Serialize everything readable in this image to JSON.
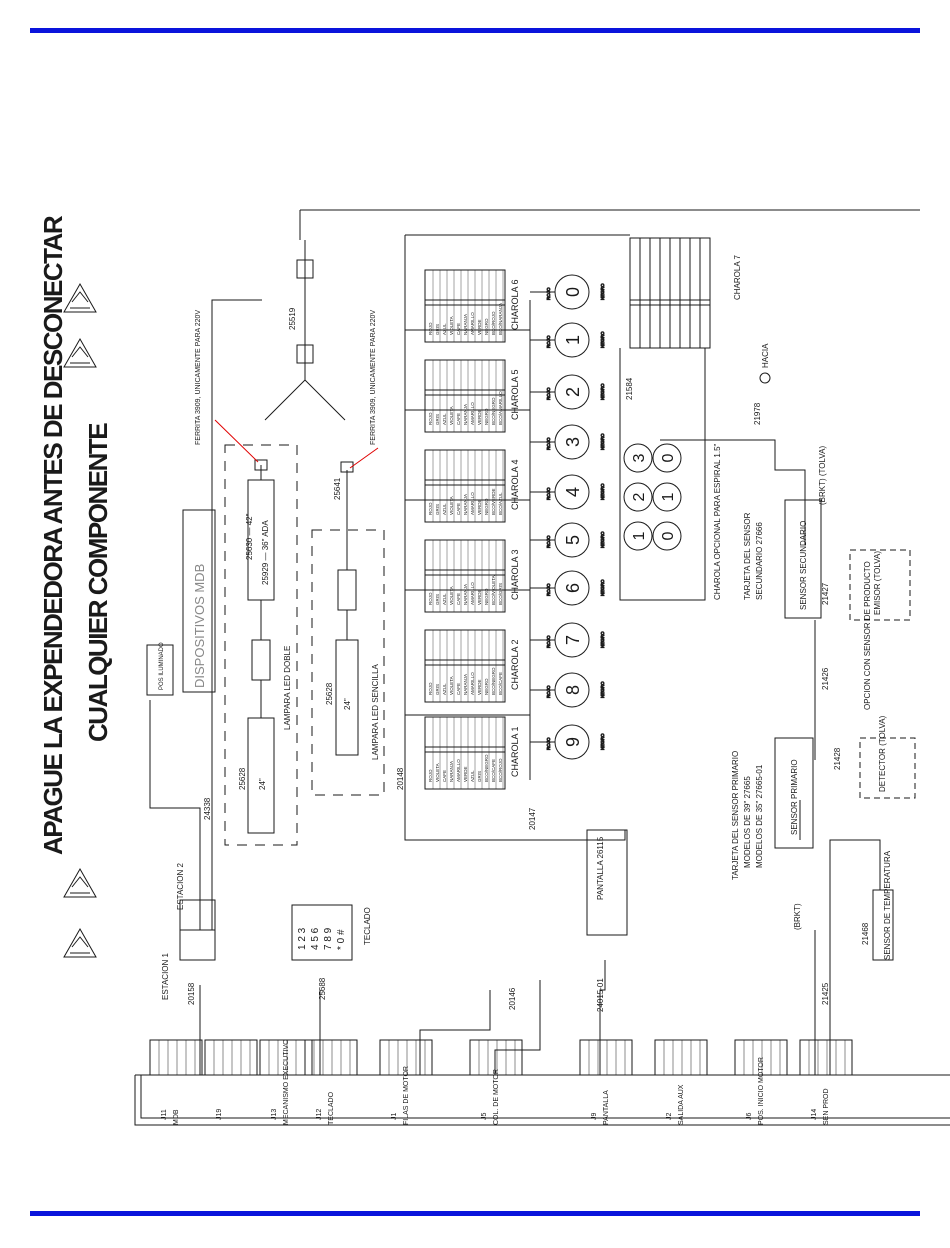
{
  "colors": {
    "rule": "#0a14dc",
    "ink": "#1a1a1a",
    "warn_arrow": "#e00000"
  },
  "title": {
    "line1": "APAGUE LA EXPENDEDORA ANTES DE DESCONECTAR",
    "line2": "CUALQUIER COMPONENTE"
  },
  "warning_icon_count": 4,
  "trays": [
    {
      "label": "CHAROLA 1",
      "wire_colors": [
        "ROJO",
        "VIOLETA",
        "CAFE",
        "NARANJA",
        "AMARILLO",
        "VERDE",
        "AZUL",
        "GRIS",
        "BCO/NEGRO",
        "BCO/CAFE",
        "BCO/ROJO"
      ]
    },
    {
      "label": "CHAROLA 2",
      "wire_colors": [
        "ROJO",
        "GRIS",
        "AZUL",
        "VIOLETA",
        "CAFE",
        "NARANJA",
        "AMARILLO",
        "VERDE",
        "NEGRO",
        "BCO/NEGRO",
        "BCO/CAFE"
      ]
    },
    {
      "label": "CHAROLA 3",
      "wire_colors": [
        "ROJO",
        "GRIS",
        "AZUL",
        "VIOLETA",
        "CAFE",
        "NARANJA",
        "AMARILLO",
        "VERDE",
        "NEGRO",
        "BCO/VIOLETA",
        "BCO/GRIS"
      ]
    },
    {
      "label": "CHAROLA 4",
      "wire_colors": [
        "ROJO",
        "GRIS",
        "AZUL",
        "VIOLETA",
        "CAFE",
        "NARANJA",
        "AMARILLO",
        "VERDE",
        "NEGRO",
        "BCO/VERDE",
        "BCO/AZUL"
      ]
    },
    {
      "label": "CHAROLA 5",
      "wire_colors": [
        "ROJO",
        "GRIS",
        "AZUL",
        "VIOLETA",
        "CAFE",
        "NARANJA",
        "AMARILLO",
        "VERDE",
        "NEGRO",
        "BCO/NEGRO",
        "BCO/AMARILLO"
      ]
    },
    {
      "label": "CHAROLA 6",
      "wire_colors": [
        "ROJO",
        "GRIS",
        "AZUL",
        "VIOLETA",
        "CAFE",
        "NARANJA",
        "AMARILLO",
        "VERDE",
        "NEGRO",
        "BCO/ROJO",
        "BCO/NARANJA"
      ]
    }
  ],
  "motors": [
    "0",
    "1",
    "2",
    "3",
    "4",
    "5",
    "6",
    "7",
    "8",
    "9"
  ],
  "spiral_motors": [
    "0",
    "1",
    "0",
    "3",
    "2",
    "1"
  ],
  "motor_pin": {
    "a": "ROJO",
    "b": "NEGRO"
  },
  "labels": {
    "charola7": "CHAROLA 7",
    "charola_opcional": "CHAROLA OPCIONAL PARA ESPIRAL 1.5\"",
    "dispositivos_mdb": "DISPOSITIVOS MDB",
    "pos": "POS ILUMINADO",
    "lampara_doble": "LAMPARA LED DOBLE",
    "lampara_sencilla": "LAMPARA LED SENCILLA",
    "lamp_42": "25630 — 42\"",
    "lamp_36": "25929 — 36\" ADA",
    "lamp_24_doble": "24\"",
    "lamp_24_sencilla": "24\"",
    "ferrita_1": "FERRITA 3909, UNICAMENTE PARA 220V",
    "ferrita_2": "FERRITA 3909, UNICAMENTE PARA 220V",
    "pantalla": "PANTALLA 26115",
    "teclado": "TECLADO",
    "keypad": [
      "1 2 3",
      "4 5 6",
      "7 8 9",
      "* 0 #"
    ],
    "estacion_1": "ESTACION 1",
    "estacion_2": "ESTACION 2",
    "sensor_primario": "SENSOR PRIMARIO",
    "sensor_secundario": "SENSOR SECUNDARIO",
    "tarjeta_primario": "TARJETA DEL SENSOR PRIMARIO",
    "modelos_39": "MODELOS DE 39\" 27665",
    "modelos_35": "MODELOS DE 35\" 27665-01",
    "tarjeta_secundario": "TARJETA DEL SENSOR",
    "secundario_num": "SECUNDARIO 27666",
    "detector": "DETECTOR (TOLVA)",
    "emisor": "EMISOR (TOLVA)",
    "opcion": "OPCION CON SENSOR DE PRODUCTO",
    "sensor_temp": "SENSOR DE TEMPERATURA",
    "brkt_1": "(BRKT)",
    "brkt_2": "(BRKT) (TOLVA)",
    "hacia": "HACIA"
  },
  "part_numbers": {
    "p25519": "25519",
    "p25641": "25641",
    "p25628_a": "25628",
    "p25628_b": "25628",
    "p21978": "21978",
    "p21584": "21584",
    "p20148": "20148",
    "p20147": "20147",
    "p20146": "20146",
    "p20158": "20158",
    "p24338": "24338",
    "p25688": "25688",
    "p24015": "24015-01",
    "p21427": "21427",
    "p21426": "21426",
    "p21428": "21428",
    "p21468": "21468",
    "p21425": "21425"
  },
  "board_connectors": [
    {
      "id": "J11",
      "label": "MDB"
    },
    {
      "id": "J19",
      "label": ""
    },
    {
      "id": "J13",
      "label": "MECANISMO EXECUTIVO"
    },
    {
      "id": "J12",
      "label": "TECLADO"
    },
    {
      "id": "J1",
      "label": "FILAS DE MOTOR"
    },
    {
      "id": "J5",
      "label": "COL. DE MOTOR"
    },
    {
      "id": "J9",
      "label": "PANTALLA"
    },
    {
      "id": "J2",
      "label": "SALIDA AUX"
    },
    {
      "id": "J6",
      "label": "POS. INICIO MOTOR"
    },
    {
      "id": "J14",
      "label": "SEN PROD"
    }
  ]
}
